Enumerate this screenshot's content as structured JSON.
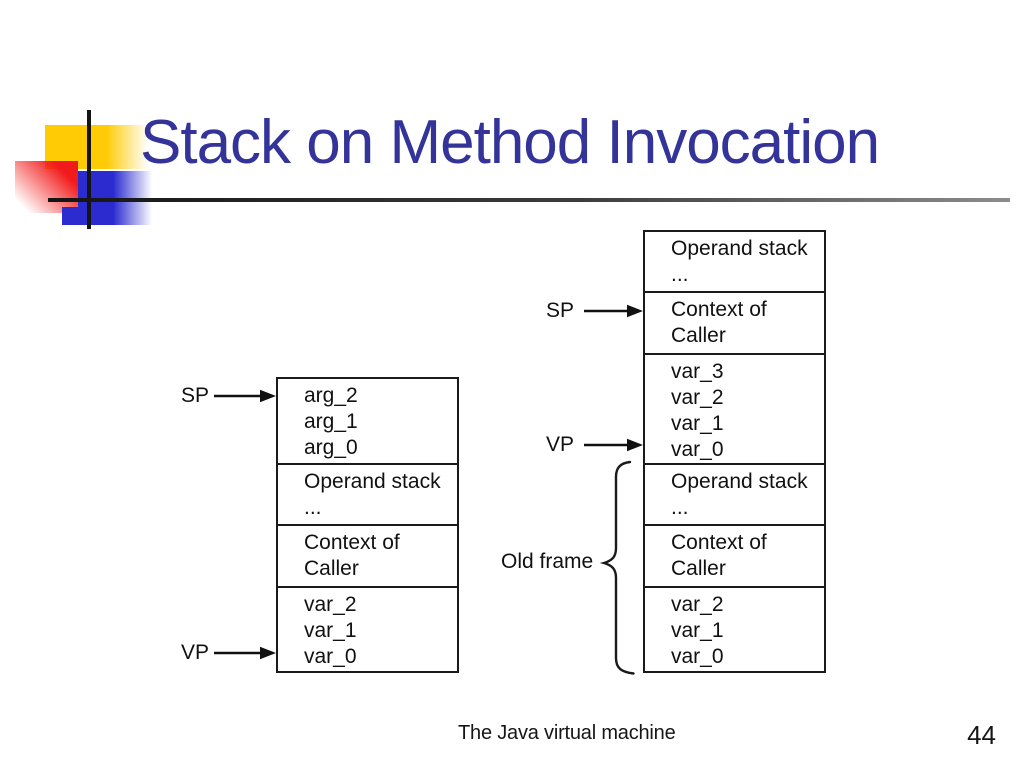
{
  "slide": {
    "title": "Stack on Method Invocation",
    "footer": "The Java virtual machine",
    "page_number": "44"
  },
  "colors": {
    "title_text": "#333399",
    "accent_yellow": "#ffcb05",
    "accent_red": "#f21b1b",
    "accent_blue": "#2b2bd0",
    "diagram_line": "#1a1a1a"
  },
  "diagram": {
    "left_stack": {
      "sp_label": "SP",
      "vp_label": "VP",
      "cells": [
        {
          "text": "arg_2\narg_1\narg_0"
        },
        {
          "text": "Operand stack\n..."
        },
        {
          "text": "Context of\nCaller"
        },
        {
          "text": "var_2\nvar_1\nvar_0"
        }
      ]
    },
    "right_stack": {
      "sp_label": "SP",
      "vp_label": "VP",
      "old_frame_label": "Old frame",
      "cells": [
        {
          "text": "Operand stack\n..."
        },
        {
          "text": "Context of\nCaller"
        },
        {
          "text": "var_3\nvar_2\nvar_1\nvar_0"
        },
        {
          "text": "Operand stack\n..."
        },
        {
          "text": "Context of\nCaller"
        },
        {
          "text": "var_2\nvar_1\nvar_0"
        }
      ]
    }
  }
}
